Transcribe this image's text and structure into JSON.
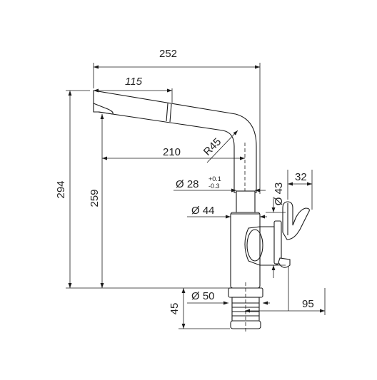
{
  "dimensions": {
    "total_width": "252",
    "spray_length": "115",
    "total_height": "294",
    "spout_height": "259",
    "reach": "210",
    "bend_radius": "R45",
    "spout_diameter": "Ø 28",
    "tol_plus": "+0.1",
    "tol_minus": "-0.3",
    "upper_body_diameter": "Ø 43",
    "lever_offset": "32",
    "body_diameter": "Ø 44",
    "base_diameter": "Ø 50",
    "base_height": "45",
    "lever_clearance": "95"
  }
}
